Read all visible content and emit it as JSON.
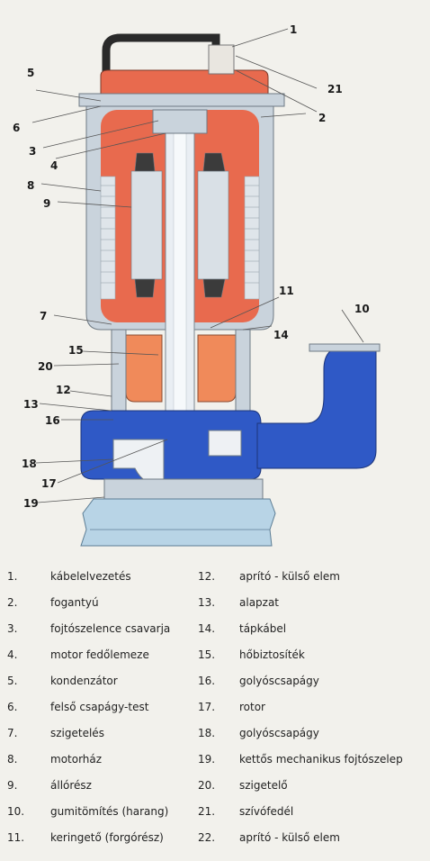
{
  "callouts": [
    "1",
    "2",
    "3",
    "4",
    "5",
    "6",
    "7",
    "8",
    "9",
    "10",
    "11",
    "12",
    "13",
    "14",
    "15",
    "16",
    "17",
    "18",
    "19",
    "20",
    "21"
  ],
  "legend_left": [
    {
      "num": "1.",
      "text": "kábelelvezetés"
    },
    {
      "num": "2.",
      "text": "fogantyú"
    },
    {
      "num": "3.",
      "text": "fojtószelence csavarja"
    },
    {
      "num": "4.",
      "text": "motor fedőlemeze"
    },
    {
      "num": "5.",
      "text": "kondenzátor"
    },
    {
      "num": "6.",
      "text": "felső csapágy-test"
    },
    {
      "num": "7.",
      "text": "szigetelés"
    },
    {
      "num": "8.",
      "text": "motorház"
    },
    {
      "num": "9.",
      "text": "állórész"
    },
    {
      "num": "10.",
      "text": "gumitömítés (harang)"
    },
    {
      "num": "11.",
      "text": "keringető (forgórész)"
    }
  ],
  "legend_right": [
    {
      "num": "12.",
      "text": "aprító - külső elem"
    },
    {
      "num": "13.",
      "text": "alapzat"
    },
    {
      "num": "14.",
      "text": "tápkábel"
    },
    {
      "num": "15.",
      "text": "hőbiztosíték"
    },
    {
      "num": "16.",
      "text": "golyóscsapágy"
    },
    {
      "num": "17.",
      "text": "rotor"
    },
    {
      "num": "18.",
      "text": "golyóscsapágy"
    },
    {
      "num": "19.",
      "text": "kettős mechanikus fojtószelep"
    },
    {
      "num": "20.",
      "text": "szigetelő"
    },
    {
      "num": "21.",
      "text": "szívófedél"
    },
    {
      "num": "22.",
      "text": "aprító - külső elem"
    }
  ],
  "colors": {
    "motor": "#e86a4e",
    "housing": "#c9d3dc",
    "shaft": "#e9eef3",
    "water": "#2f59c6",
    "base": "#b8d4e6",
    "oil": "#f08a5a"
  }
}
